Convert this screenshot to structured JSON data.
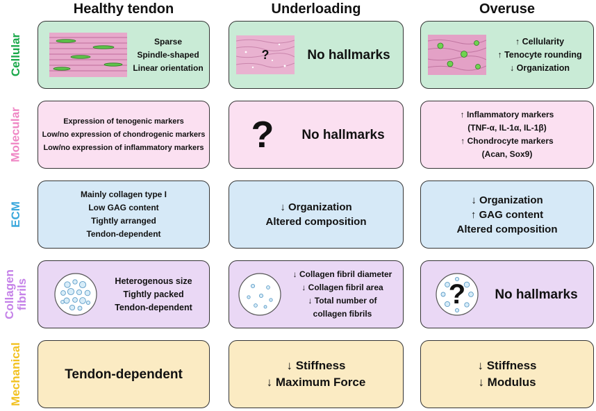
{
  "columns": [
    "Healthy tendon",
    "Underloading",
    "Overuse"
  ],
  "rows": [
    {
      "label": "Cellular",
      "color": "#1aa84a"
    },
    {
      "label": "Molecular",
      "color": "#ef86c4"
    },
    {
      "label": "ECM",
      "color": "#3aa8dc"
    },
    {
      "label_line1": "Collagen",
      "label_line2": "fibrils",
      "color": "#c582e8"
    },
    {
      "label": "Mechanical",
      "color": "#f2c11f"
    }
  ],
  "cells": {
    "cellular_healthy": [
      "Sparse",
      "Spindle-shaped",
      "Linear orientation"
    ],
    "cellular_under": "No hallmarks",
    "cellular_under_q": "?",
    "cellular_over": [
      "↑ Cellularity",
      "↑ Tenocyte rounding",
      "↓ Organization"
    ],
    "molecular_healthy": [
      "Expression of tenogenic markers",
      "Low/no expression of chondrogenic markers",
      "Low/no expression of inflammatory markers"
    ],
    "molecular_under": "No hallmarks",
    "molecular_under_q": "?",
    "molecular_over": [
      "↑ Inflammatory markers",
      "(TNF-α, IL-1α, IL-1β)",
      "↑ Chondrocyte markers",
      "(Acan, Sox9)"
    ],
    "ecm_healthy": [
      "Mainly collagen type I",
      "Low GAG content",
      "Tightly arranged",
      "Tendon-dependent"
    ],
    "ecm_under": [
      "↓ Organization",
      "Altered composition"
    ],
    "ecm_over": [
      "↓ Organization",
      "↑ GAG content",
      "Altered composition"
    ],
    "fibrils_healthy": [
      "Heterogenous size",
      "Tightly packed",
      "Tendon-dependent"
    ],
    "fibrils_under": [
      "↓ Collagen fibril diameter",
      "↓ Collagen fibril area",
      "↓ Total number of",
      "collagen fibrils"
    ],
    "fibrils_over": "No hallmarks",
    "fibrils_over_q": "?",
    "mech_healthy": "Tendon-dependent",
    "mech_under": [
      "↓ Stiffness",
      "↓ Maximum Force"
    ],
    "mech_over": [
      "↓ Stiffness",
      "↓ Modulus"
    ]
  }
}
